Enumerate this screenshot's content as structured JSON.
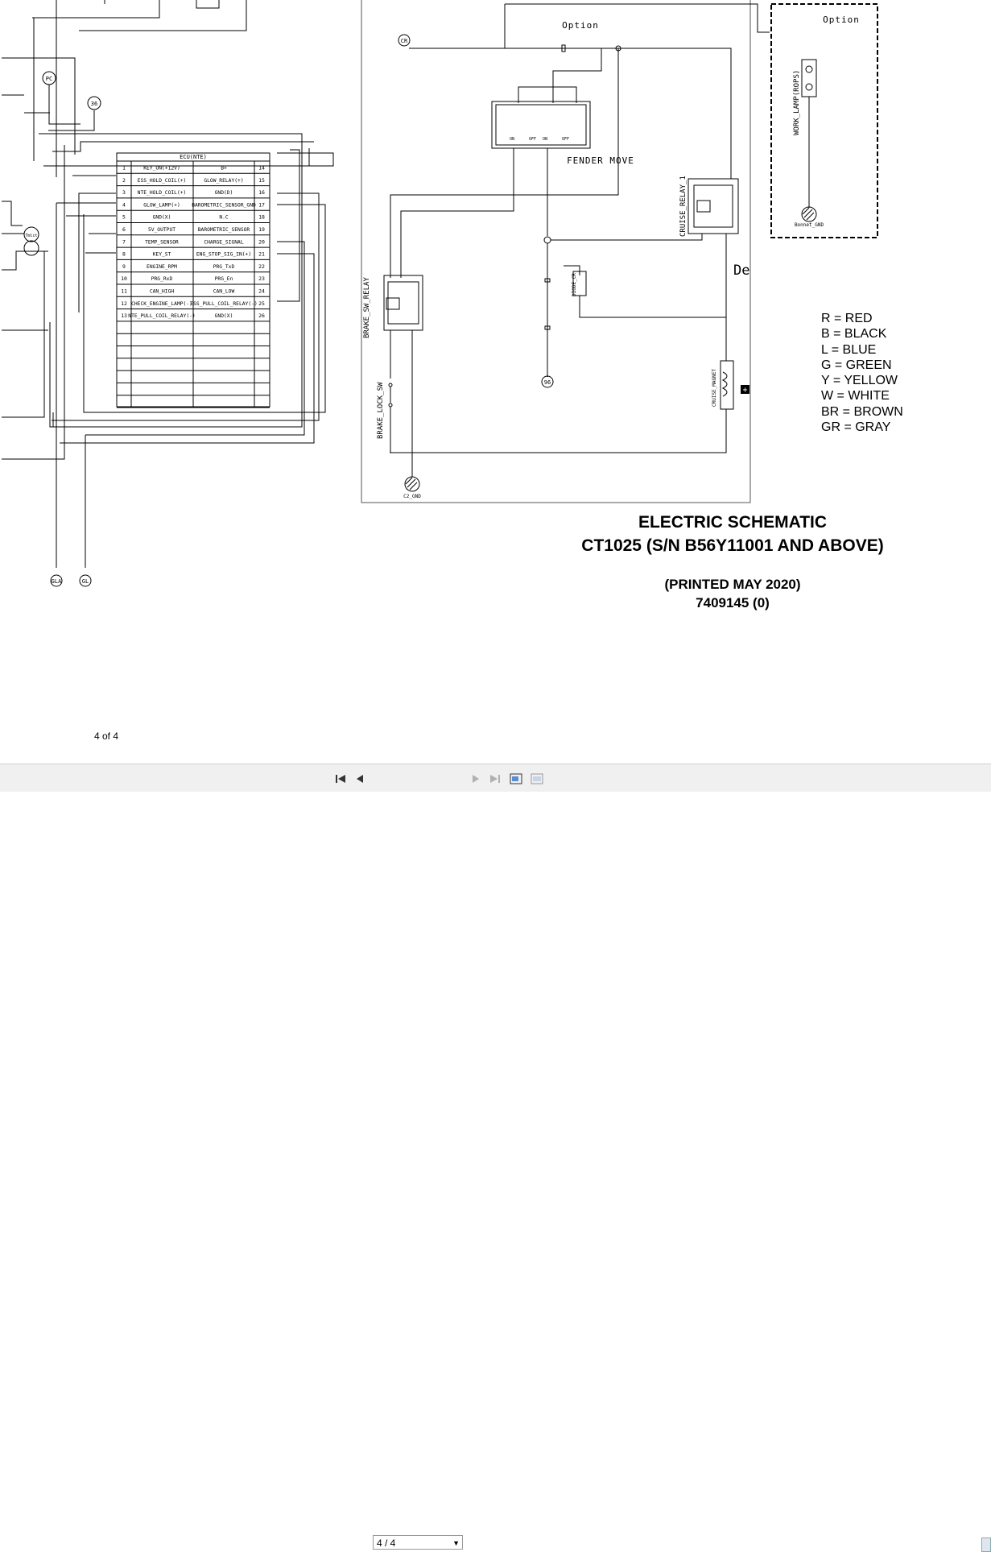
{
  "document": {
    "title_line1": "ELECTRIC SCHEMATIC",
    "title_line2": "CT1025 (S/N B56Y11001 AND ABOVE)",
    "printed": "(PRINTED MAY 2020)",
    "part_number": "7409145 (0)",
    "page_label": "4 of 4"
  },
  "legend": [
    "R = RED",
    "B = BLACK",
    "L = BLUE",
    "G = GREEN",
    "Y = YELLOW",
    "W = WHITE",
    "BR = BROWN",
    "GR = GRAY"
  ],
  "schematic": {
    "option_label_center": "Option",
    "option_label_box": "Option",
    "work_lamp": "WORK_LAMP(ROPS)",
    "bonnet_gnd": "Bonnet_GND",
    "fender_move": "FENDER MOVE",
    "cruise_relay": "CRUISE_RELAY_1",
    "cruise_magnet": "CRUISE_MAGNET",
    "brake_sw_relay": "BRAKE_SW_RELAY",
    "brake_lock_sw": "BRAKE_LOCK_SW",
    "c2_gnd": "C2_GND",
    "diode": "DIODE_CR",
    "cut_text": "De",
    "ecu_title": "ECU(NTE)",
    "switch_on": "ON",
    "switch_off": "OFF",
    "connectors": [
      "CR",
      "PC",
      "36",
      "96",
      "GLA",
      "GL",
      "Tmlct"
    ],
    "ecu_rows": [
      {
        "n1": "1",
        "l": "KEY_ON(+12V)",
        "r": "B+",
        "n2": "14"
      },
      {
        "n1": "2",
        "l": "ESS_HOLD_COIL(+)",
        "r": "GLOW_RELAY(+)",
        "n2": "15"
      },
      {
        "n1": "3",
        "l": "NTE_HOLD_COIL(+)",
        "r": "GND(D)",
        "n2": "16"
      },
      {
        "n1": "4",
        "l": "GLOW_LAMP(+)",
        "r": "BAROMETRIC_SENSOR_GND",
        "n2": "17"
      },
      {
        "n1": "5",
        "l": "GND(X)",
        "r": "N.C",
        "n2": "18"
      },
      {
        "n1": "6",
        "l": "5V_OUTPUT",
        "r": "BAROMETRIC_SENSOR",
        "n2": "19"
      },
      {
        "n1": "7",
        "l": "TEMP_SENSOR",
        "r": "CHARGE_SIGNAL",
        "n2": "20"
      },
      {
        "n1": "8",
        "l": "KEY_ST",
        "r": "ENG_STOP_SIG_IN(+)",
        "n2": "21"
      },
      {
        "n1": "9",
        "l": "ENGINE_RPM",
        "r": "PRG_TxD",
        "n2": "22"
      },
      {
        "n1": "10",
        "l": "PRG_RxD",
        "r": "PRG_En",
        "n2": "23"
      },
      {
        "n1": "11",
        "l": "CAN_HIGH",
        "r": "CAN_LOW",
        "n2": "24"
      },
      {
        "n1": "12",
        "l": "CHECK_ENGINE_LAMP(-)",
        "r": "ESS_PULL_COIL_RELAY(-)",
        "n2": "25"
      },
      {
        "n1": "13",
        "l": "NTE_PULL_COIL_RELAY(-)",
        "r": "GND(X)",
        "n2": "26"
      }
    ]
  },
  "toolbar": {
    "page_field": "4 / 4",
    "first_icon": "first-page-icon",
    "prev_icon": "prev-page-icon",
    "next_icon": "next-page-icon",
    "last_icon": "last-page-icon"
  }
}
